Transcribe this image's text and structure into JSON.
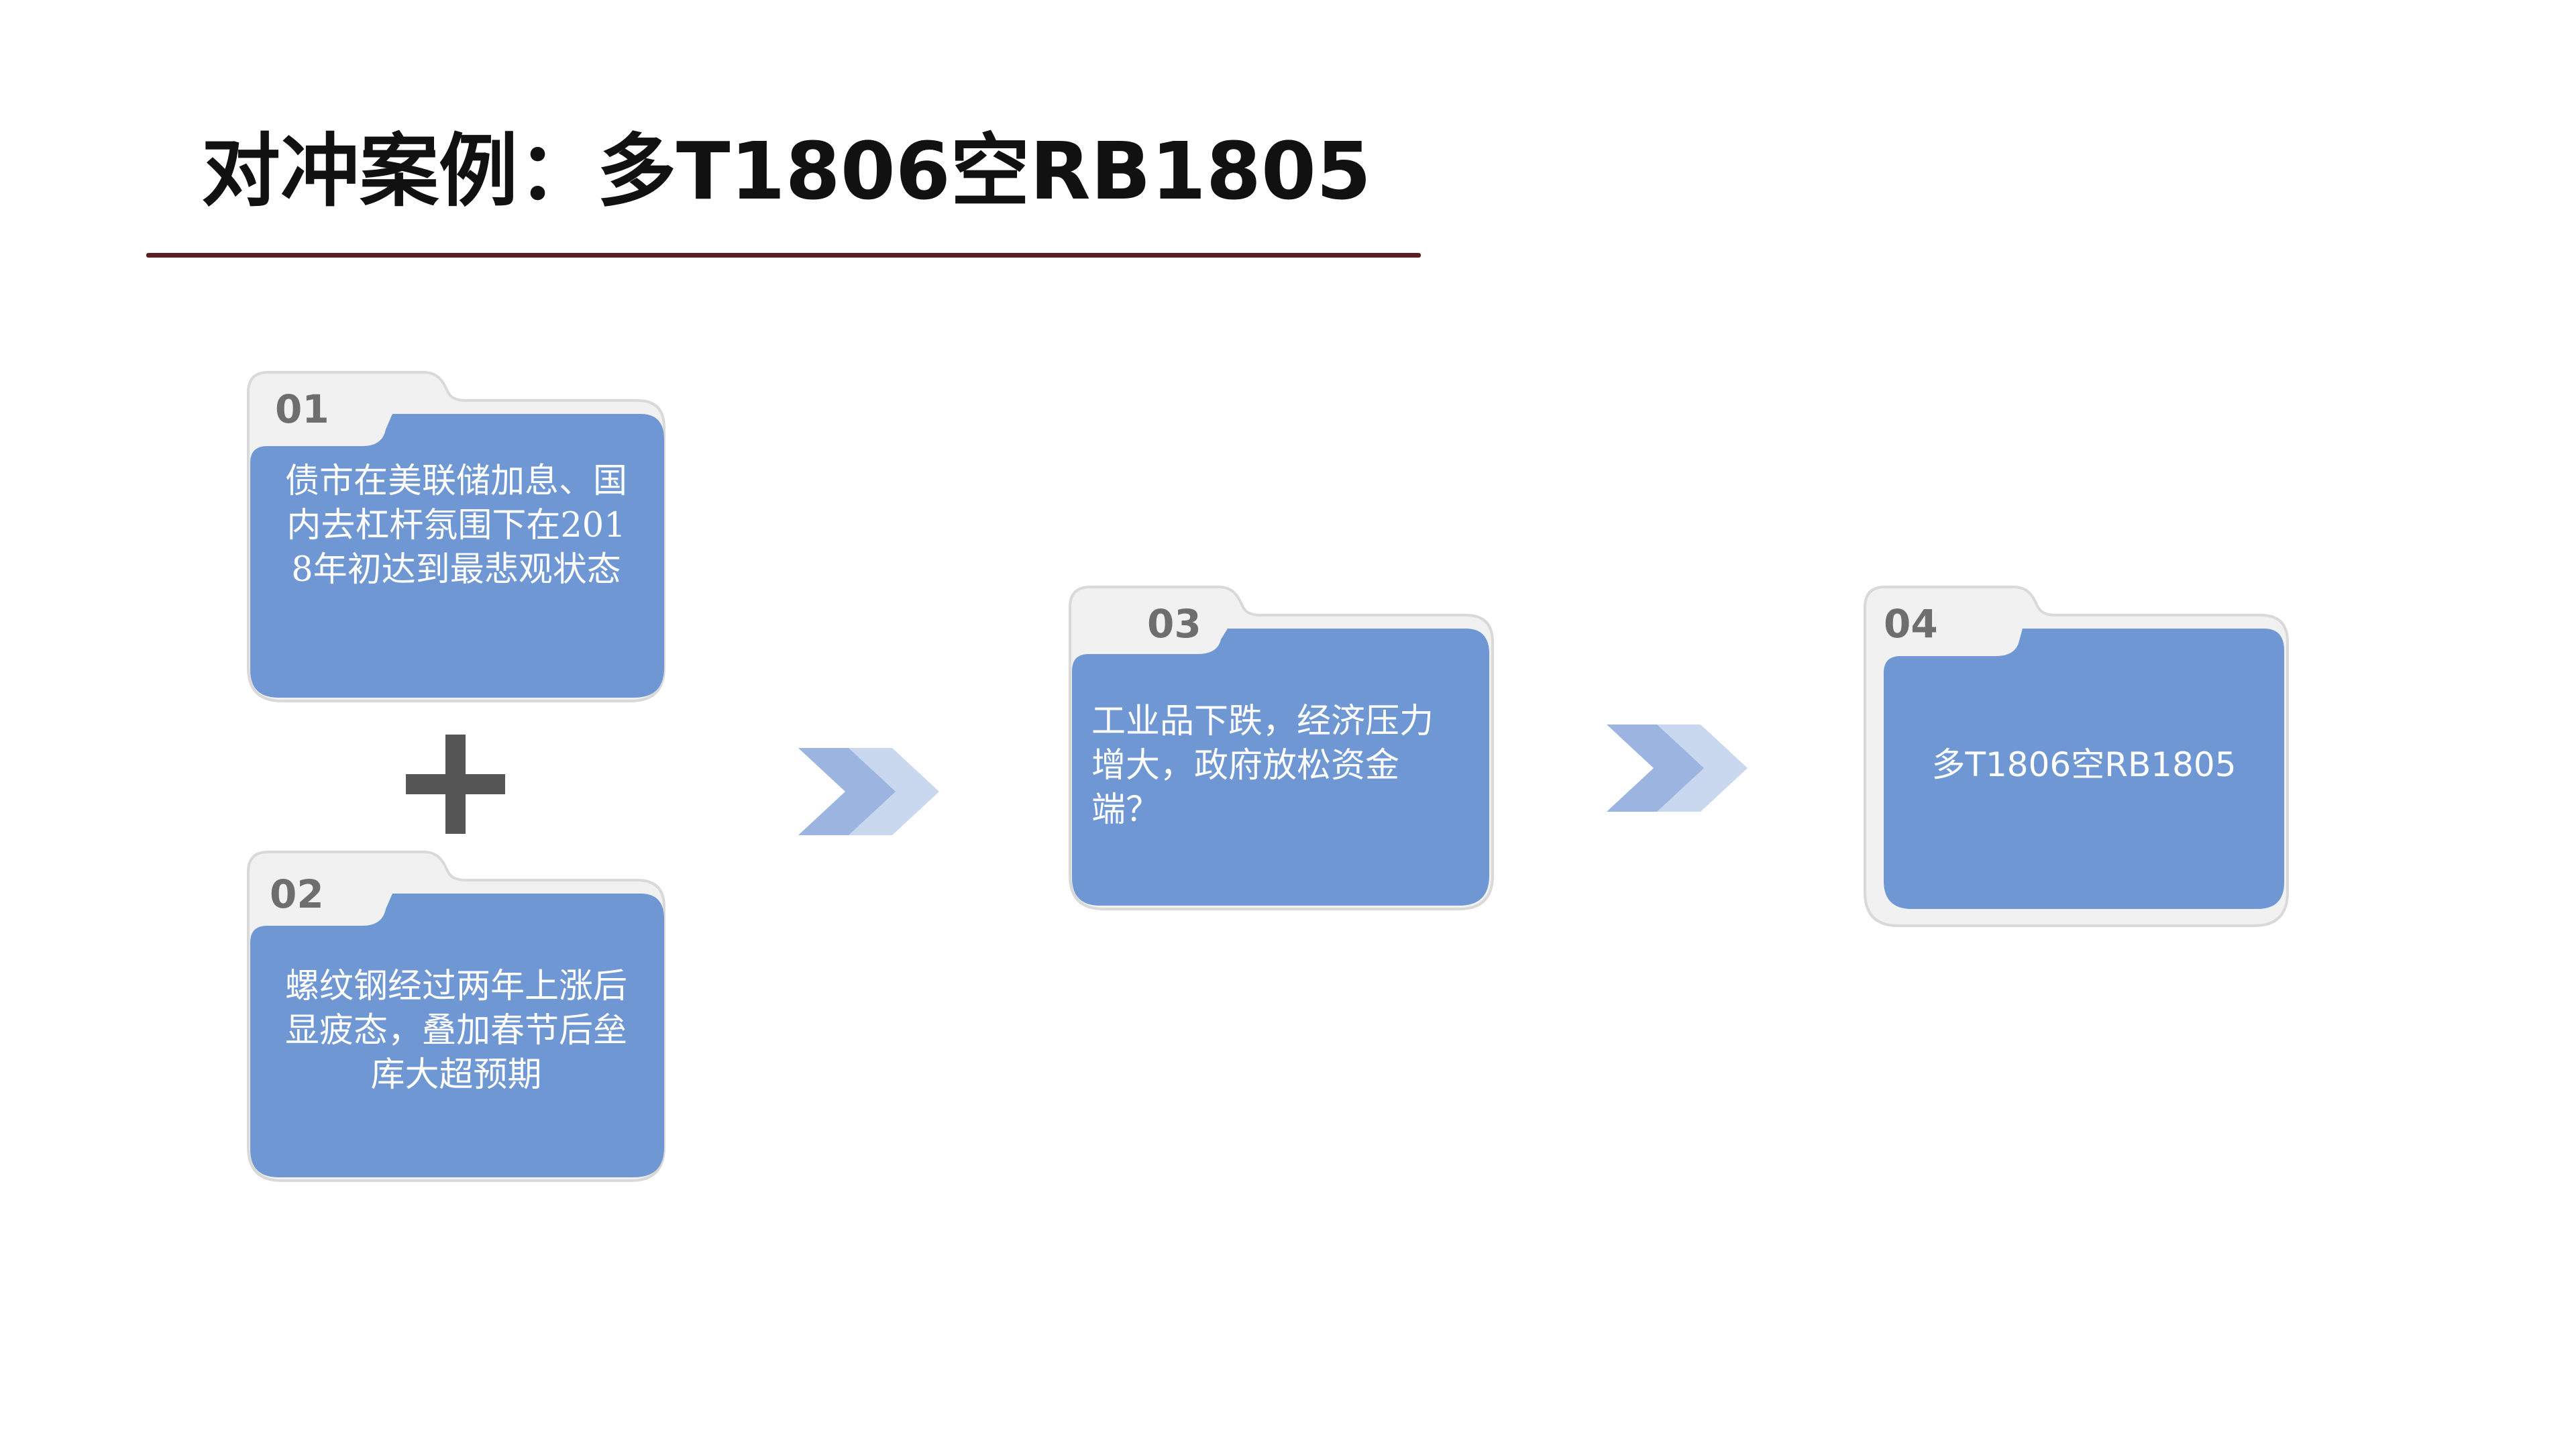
{
  "title": "对冲案例：多T1806空RB1805",
  "steps": [
    {
      "number": "01",
      "text": "债市在美联储加息、国内去杠杆氛围下在2018年初达到最悲观状态"
    },
    {
      "number": "02",
      "text": "螺纹钢经过两年上涨后显疲态，叠加春节后垒库大超预期"
    },
    {
      "number": "03",
      "text": "工业品下跌，经济压力增大，政府放松资金端？"
    },
    {
      "number": "04",
      "text": "多T1806空RB1805"
    }
  ],
  "connectors": {
    "plus_icon": "plus-icon",
    "arrow_icon": "double-chevron-right-icon"
  },
  "colors": {
    "folder_front": "#6f97d4",
    "folder_back": "#f1f1f1",
    "folder_back_border": "#d9d9d9",
    "number_text": "#6e6e6e",
    "title_rule": "#5a1f22",
    "chevron_dark": "#9bb5e0",
    "chevron_light": "#c9d8ef"
  }
}
